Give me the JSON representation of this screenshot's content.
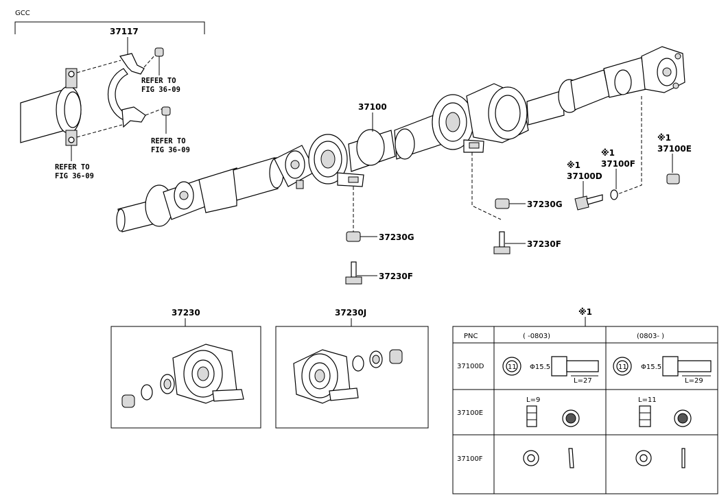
{
  "header": {
    "engine_code": "GCC"
  },
  "callouts": {
    "bracket_part": "37117",
    "refer_1_line1": "REFER TO",
    "refer_1_line2": "FIG 36-09",
    "refer_2_line1": "REFER TO",
    "refer_2_line2": "FIG 36-09",
    "refer_3_line1": "REFER TO",
    "refer_3_line2": "FIG 36-09",
    "shaft_assy": "37100",
    "nut_a": "37230G",
    "bolt_a": "37230F",
    "nut_b": "37230G",
    "bolt_b": "37230F",
    "bolt_d_mark": "※1",
    "bolt_d": "37100D",
    "washer_f_mark": "※1",
    "washer_f": "37100F",
    "nut_e_mark": "※1",
    "nut_e": "37100E"
  },
  "inset_boxes": {
    "bearing_1_label": "37230",
    "bearing_2_label": "37230J"
  },
  "spec_table": {
    "mark": "※1",
    "header": {
      "pnc": "PNC",
      "col_1": "(      -0803)",
      "col_2": "(0803-      )"
    },
    "rows": [
      {
        "pnc": "37100D",
        "col_1_dia": "Φ15.5",
        "col_1_len": "L=27",
        "col_1_mark": "11",
        "col_2_dia": "Φ15.5",
        "col_2_len": "L=29",
        "col_2_mark": "11"
      },
      {
        "pnc": "37100E",
        "col_1_len": "L=9",
        "col_2_len": "L=11"
      },
      {
        "pnc": "37100F"
      }
    ]
  }
}
